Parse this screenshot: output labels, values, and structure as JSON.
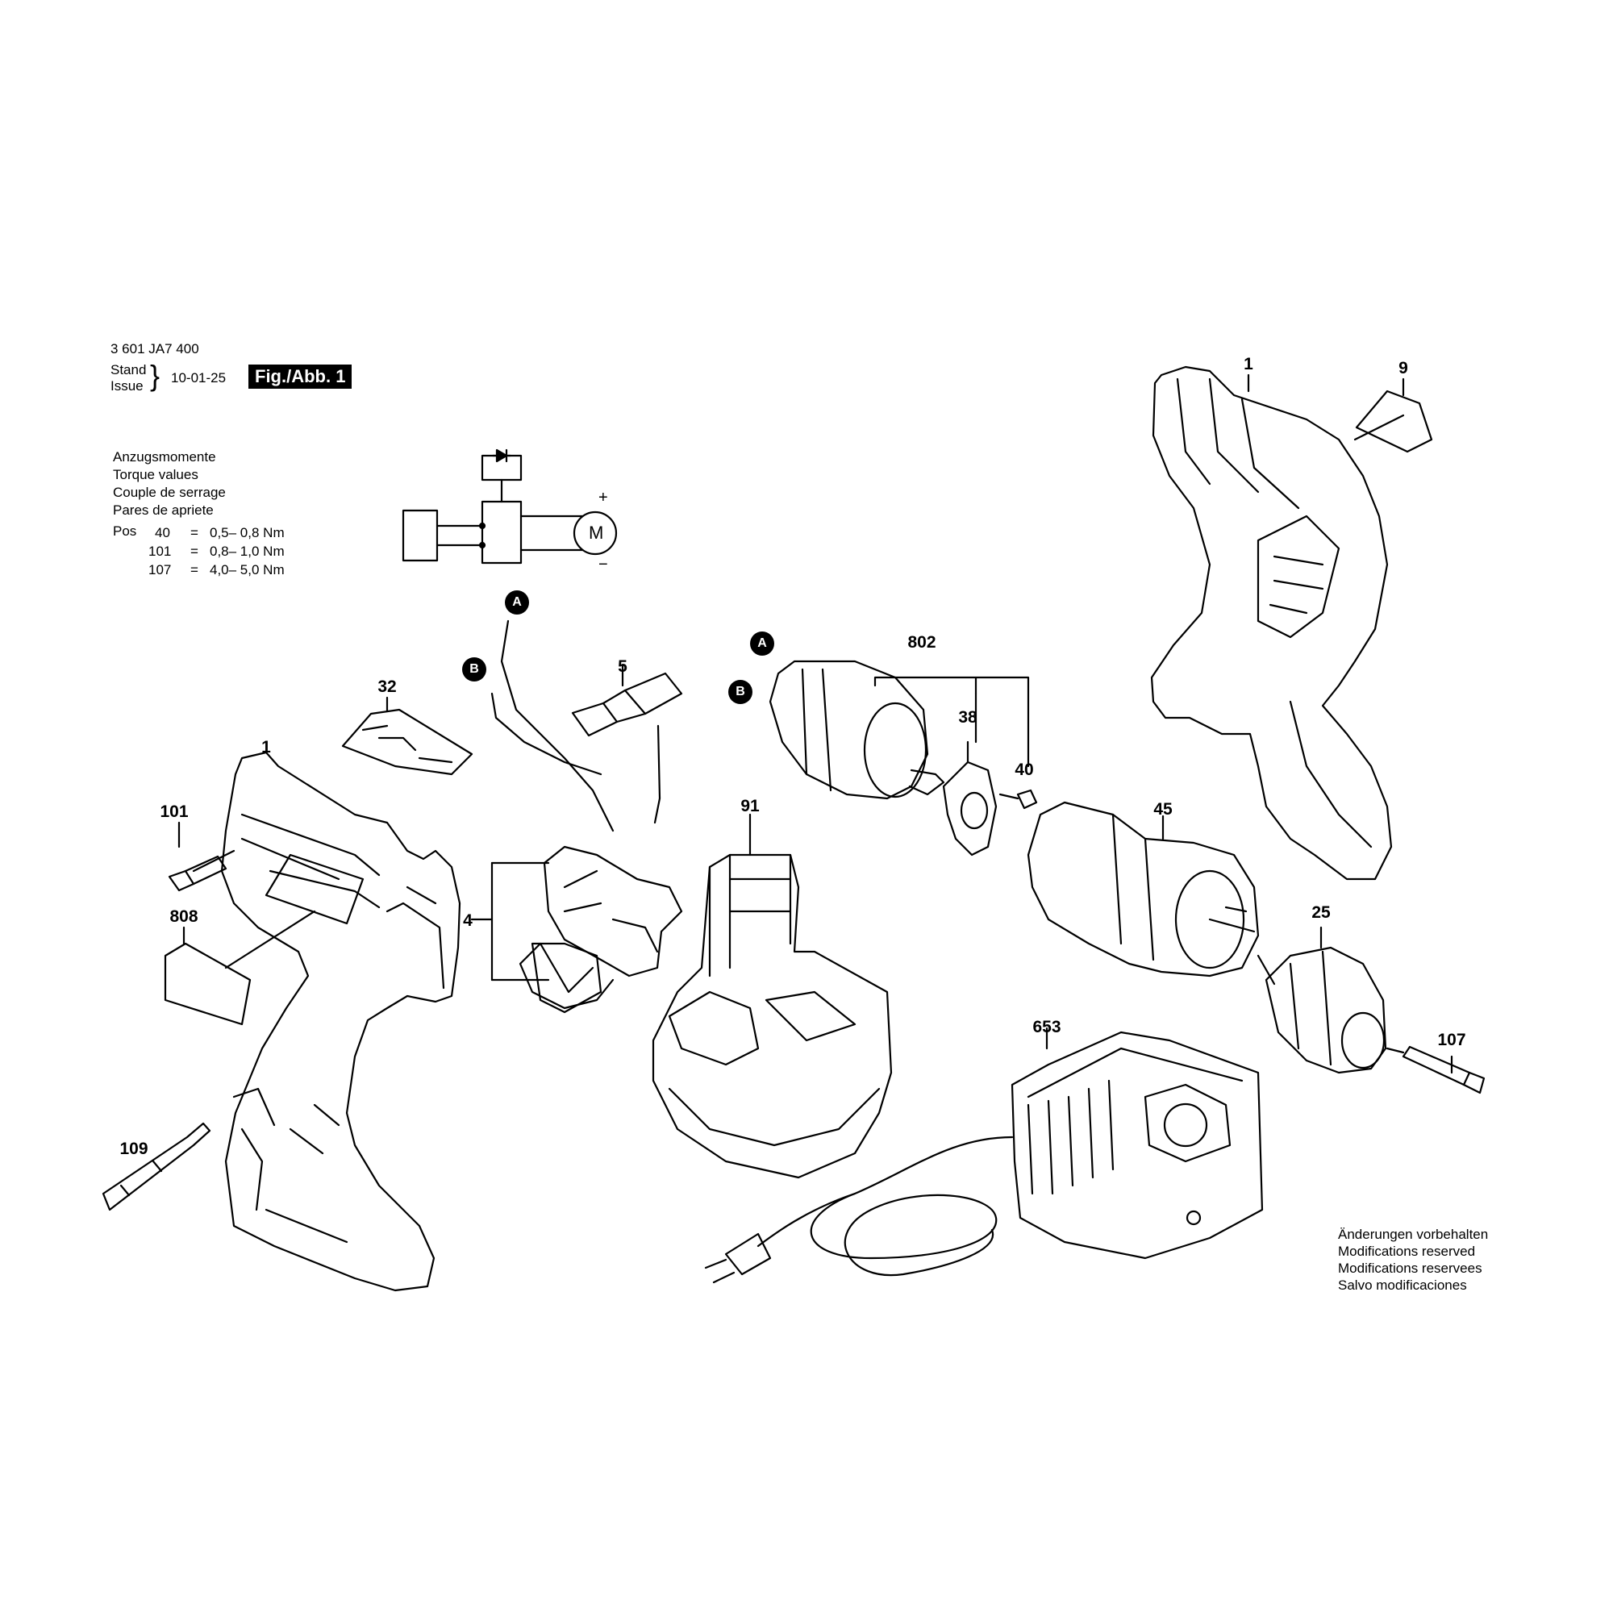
{
  "header": {
    "part_number": "3 601 JA7 400",
    "stand_label": "Stand",
    "issue_label": "Issue",
    "brace": "}",
    "date": "10-01-25",
    "figure_label": "Fig./Abb. 1"
  },
  "torque": {
    "titles": [
      "Anzugsmomente",
      "Torque values",
      "Couple de serrage",
      "Pares de apriete"
    ],
    "pos_label": "Pos",
    "rows": [
      {
        "pos": "40",
        "eq": "=",
        "range": "0,5– 0,8 Nm"
      },
      {
        "pos": "101",
        "eq": "=",
        "range": "0,8– 1,0 Nm"
      },
      {
        "pos": "107",
        "eq": "=",
        "range": "4,0– 5,0 Nm"
      }
    ]
  },
  "schematic": {
    "motor": "M",
    "plus": "+",
    "minus": "−"
  },
  "connectors": {
    "a": "A",
    "b": "B"
  },
  "callouts": {
    "housing_left": "1",
    "screw_101": "101",
    "label_808": "808",
    "bit_109": "109",
    "plate_32": "32",
    "switch_4": "4",
    "cover_5": "5",
    "battery_91": "91",
    "motor_802": "802",
    "washer_38": "38",
    "screw_40": "40",
    "gearbox_45": "45",
    "housing_right": "1",
    "label_9": "9",
    "chuck_25": "25",
    "screw_107": "107",
    "charger_653": "653"
  },
  "footer": {
    "lines": [
      "Änderungen vorbehalten",
      "Modifications reserved",
      "Modifications reservees",
      "Salvo modificaciones"
    ]
  }
}
